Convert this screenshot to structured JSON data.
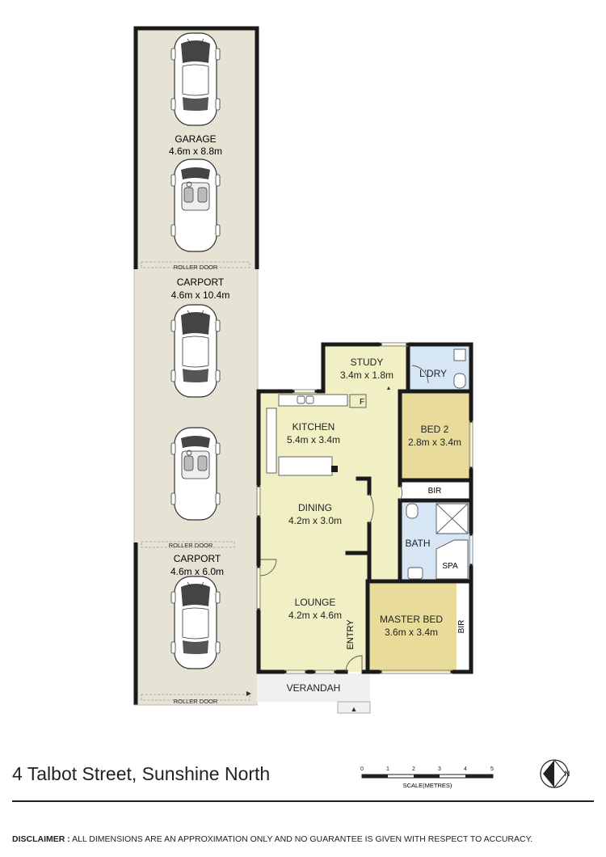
{
  "address": "4 Talbot Street, Sunshine North",
  "rooms": {
    "garage": {
      "name": "GARAGE",
      "dims": "4.6m x 8.8m"
    },
    "carport1": {
      "name": "CARPORT",
      "dims": "4.6m x 10.4m"
    },
    "carport2": {
      "name": "CARPORT",
      "dims": "4.6m x 6.0m"
    },
    "study": {
      "name": "STUDY",
      "dims": "3.4m x 1.8m"
    },
    "laundry": {
      "name": "L'DRY"
    },
    "kitchen": {
      "name": "KITCHEN",
      "dims": "5.4m x 3.4m"
    },
    "bed2": {
      "name": "BED 2",
      "dims": "2.8m x 3.4m"
    },
    "dining": {
      "name": "DINING",
      "dims": "4.2m x 3.0m"
    },
    "bath": {
      "name": "BATH"
    },
    "spa": {
      "name": "SPA"
    },
    "lounge": {
      "name": "LOUNGE",
      "dims": "4.2m x 4.6m"
    },
    "master": {
      "name": "MASTER BED",
      "dims": "3.6m x 3.4m"
    },
    "verandah": {
      "name": "VERANDAH"
    }
  },
  "labels": {
    "roller_door": "ROLLER DOOR",
    "bir": "BIR",
    "entry": "ENTRY",
    "fridge": "F"
  },
  "scale": {
    "ticks": [
      "0",
      "1",
      "2",
      "3",
      "4",
      "5"
    ],
    "caption": "SCALE(METRES)"
  },
  "north": "N",
  "disclaimer": {
    "label": "DISCLAIMER :",
    "text": " ALL DIMENSIONS ARE AN APPROXIMATION ONLY AND NO GUARANTEE IS GIVEN WITH RESPECT TO ACCURACY."
  },
  "colors": {
    "wall": "#1a1a1a",
    "carport": "#e6e3d4",
    "living": "#f1f0c4",
    "bedroom": "#e9dc9b",
    "wet": "#d6e6f5"
  }
}
